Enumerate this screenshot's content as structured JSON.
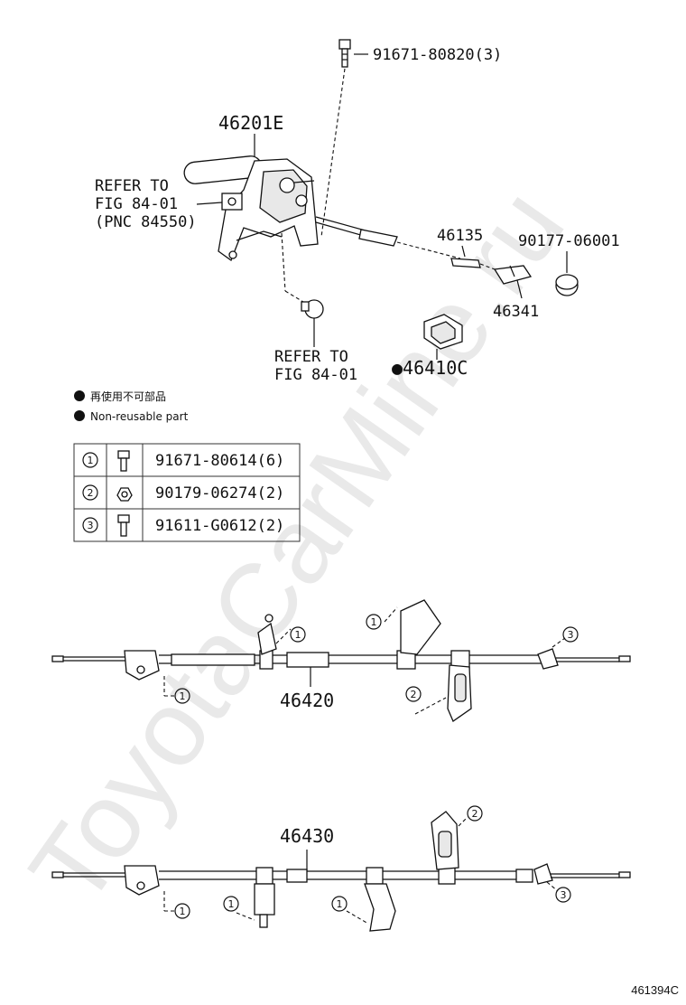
{
  "watermark": "ToyotaCarMine.ru",
  "labels": {
    "bolt_top": "91671-80820(3)",
    "lever": "46201E",
    "refer1_l1": "REFER TO",
    "refer1_l2": "FIG 84-01",
    "refer1_l3": "(PNC 84550)",
    "p46135": "46135",
    "p90177": "90177-06001",
    "p46341": "46341",
    "refer2_l1": "REFER TO",
    "refer2_l2": "FIG 84-01",
    "p46410": "●46410C",
    "cable1": "46420",
    "cable2": "46430"
  },
  "legend": {
    "jp": "再使用不可部品",
    "en": "Non-reusable part"
  },
  "table": [
    {
      "num": "①",
      "part": "91671-80614(6)"
    },
    {
      "num": "②",
      "part": "90179-06274(2)"
    },
    {
      "num": "③",
      "part": "91611-G0612(2)"
    }
  ],
  "callouts": {
    "c1": "1",
    "c2": "2",
    "c3": "3"
  },
  "figure_id": "461394C"
}
